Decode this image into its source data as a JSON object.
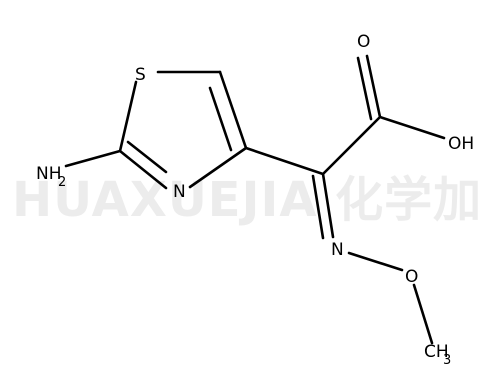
{
  "watermark": "HUAXUEJIA 化学加",
  "atoms": {
    "S": "S",
    "N_ring": "N",
    "NH2_main": "NH",
    "NH2_sub": "2",
    "O_carbonyl": "O",
    "OH": "OH",
    "N_oxime": "N",
    "O_ether": "O",
    "CH3_main": "CH",
    "CH3_sub": "3"
  }
}
